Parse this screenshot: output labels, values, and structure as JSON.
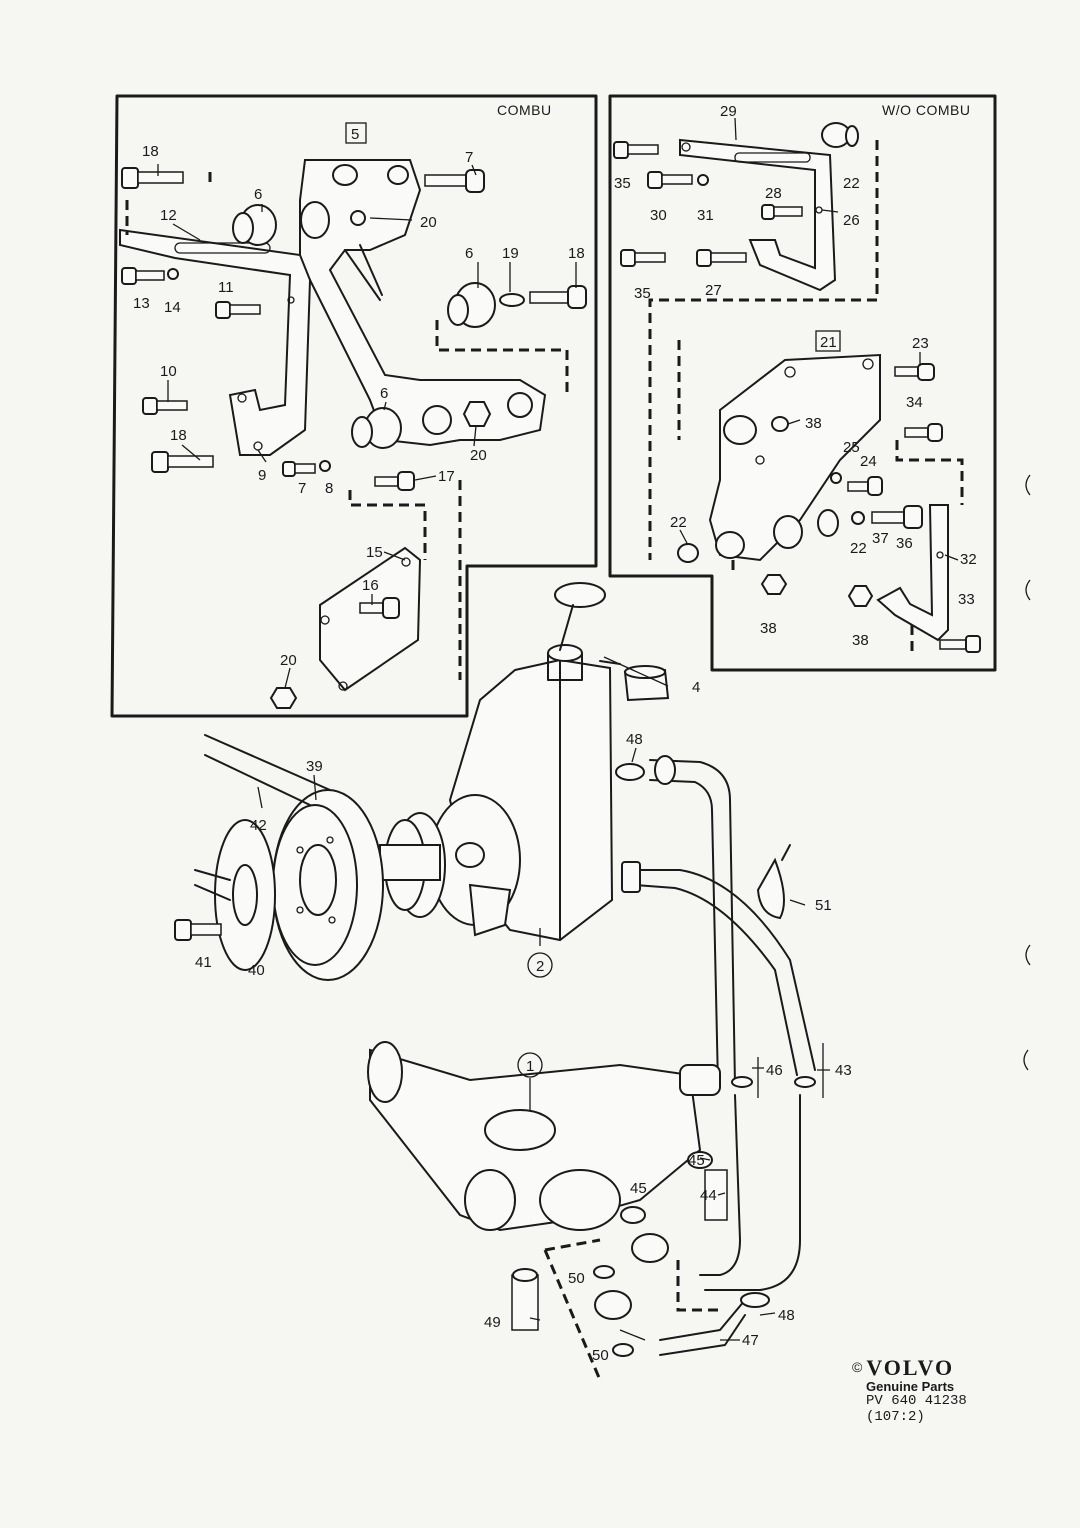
{
  "panels": {
    "combu_label": "COMBU",
    "wo_combu_label": "W/O COMBU"
  },
  "callouts": {
    "c1": "18",
    "c2": "7",
    "c3": "6",
    "c4": "20",
    "c5": "12",
    "c6": "13",
    "c7": "14",
    "c8": "11",
    "c9": "6",
    "c10": "19",
    "c11": "18",
    "c12": "10",
    "c13": "18",
    "c14": "9",
    "c15": "6",
    "c16": "20",
    "c17": "7",
    "c18": "8",
    "c19": "17",
    "c20": "15",
    "c21": "16",
    "c22": "20",
    "c23": "29",
    "c24": "35",
    "c25": "22",
    "c26": "30",
    "c27": "31",
    "c28": "28",
    "c29": "26",
    "c30": "35",
    "c31": "27",
    "c32": "23",
    "c33": "38",
    "c34": "34",
    "c35": "25",
    "c36": "24",
    "c37": "22",
    "c38": "22",
    "c39": "37",
    "c40": "36",
    "c41": "32",
    "c42": "33",
    "c43": "38",
    "c44": "38",
    "c45": "4",
    "c46": "48",
    "c47": "39",
    "c48": "42",
    "c49": "51",
    "c50": "41",
    "c51": "40",
    "c52": "46",
    "c53": "43",
    "c54": "45",
    "c55": "44",
    "c56": "45",
    "c57": "50",
    "c58": "49",
    "c59": "48",
    "c60": "50",
    "c61": "47"
  },
  "boxed": {
    "b5": "5",
    "b21": "21"
  },
  "circled": {
    "k2": "2",
    "k1": "1"
  },
  "brand": {
    "copyright": "©",
    "logo": "VOLVO",
    "subtitle": "Genuine Parts",
    "part_number": "PV  640  41238",
    "page_ref": "(107:2)"
  }
}
